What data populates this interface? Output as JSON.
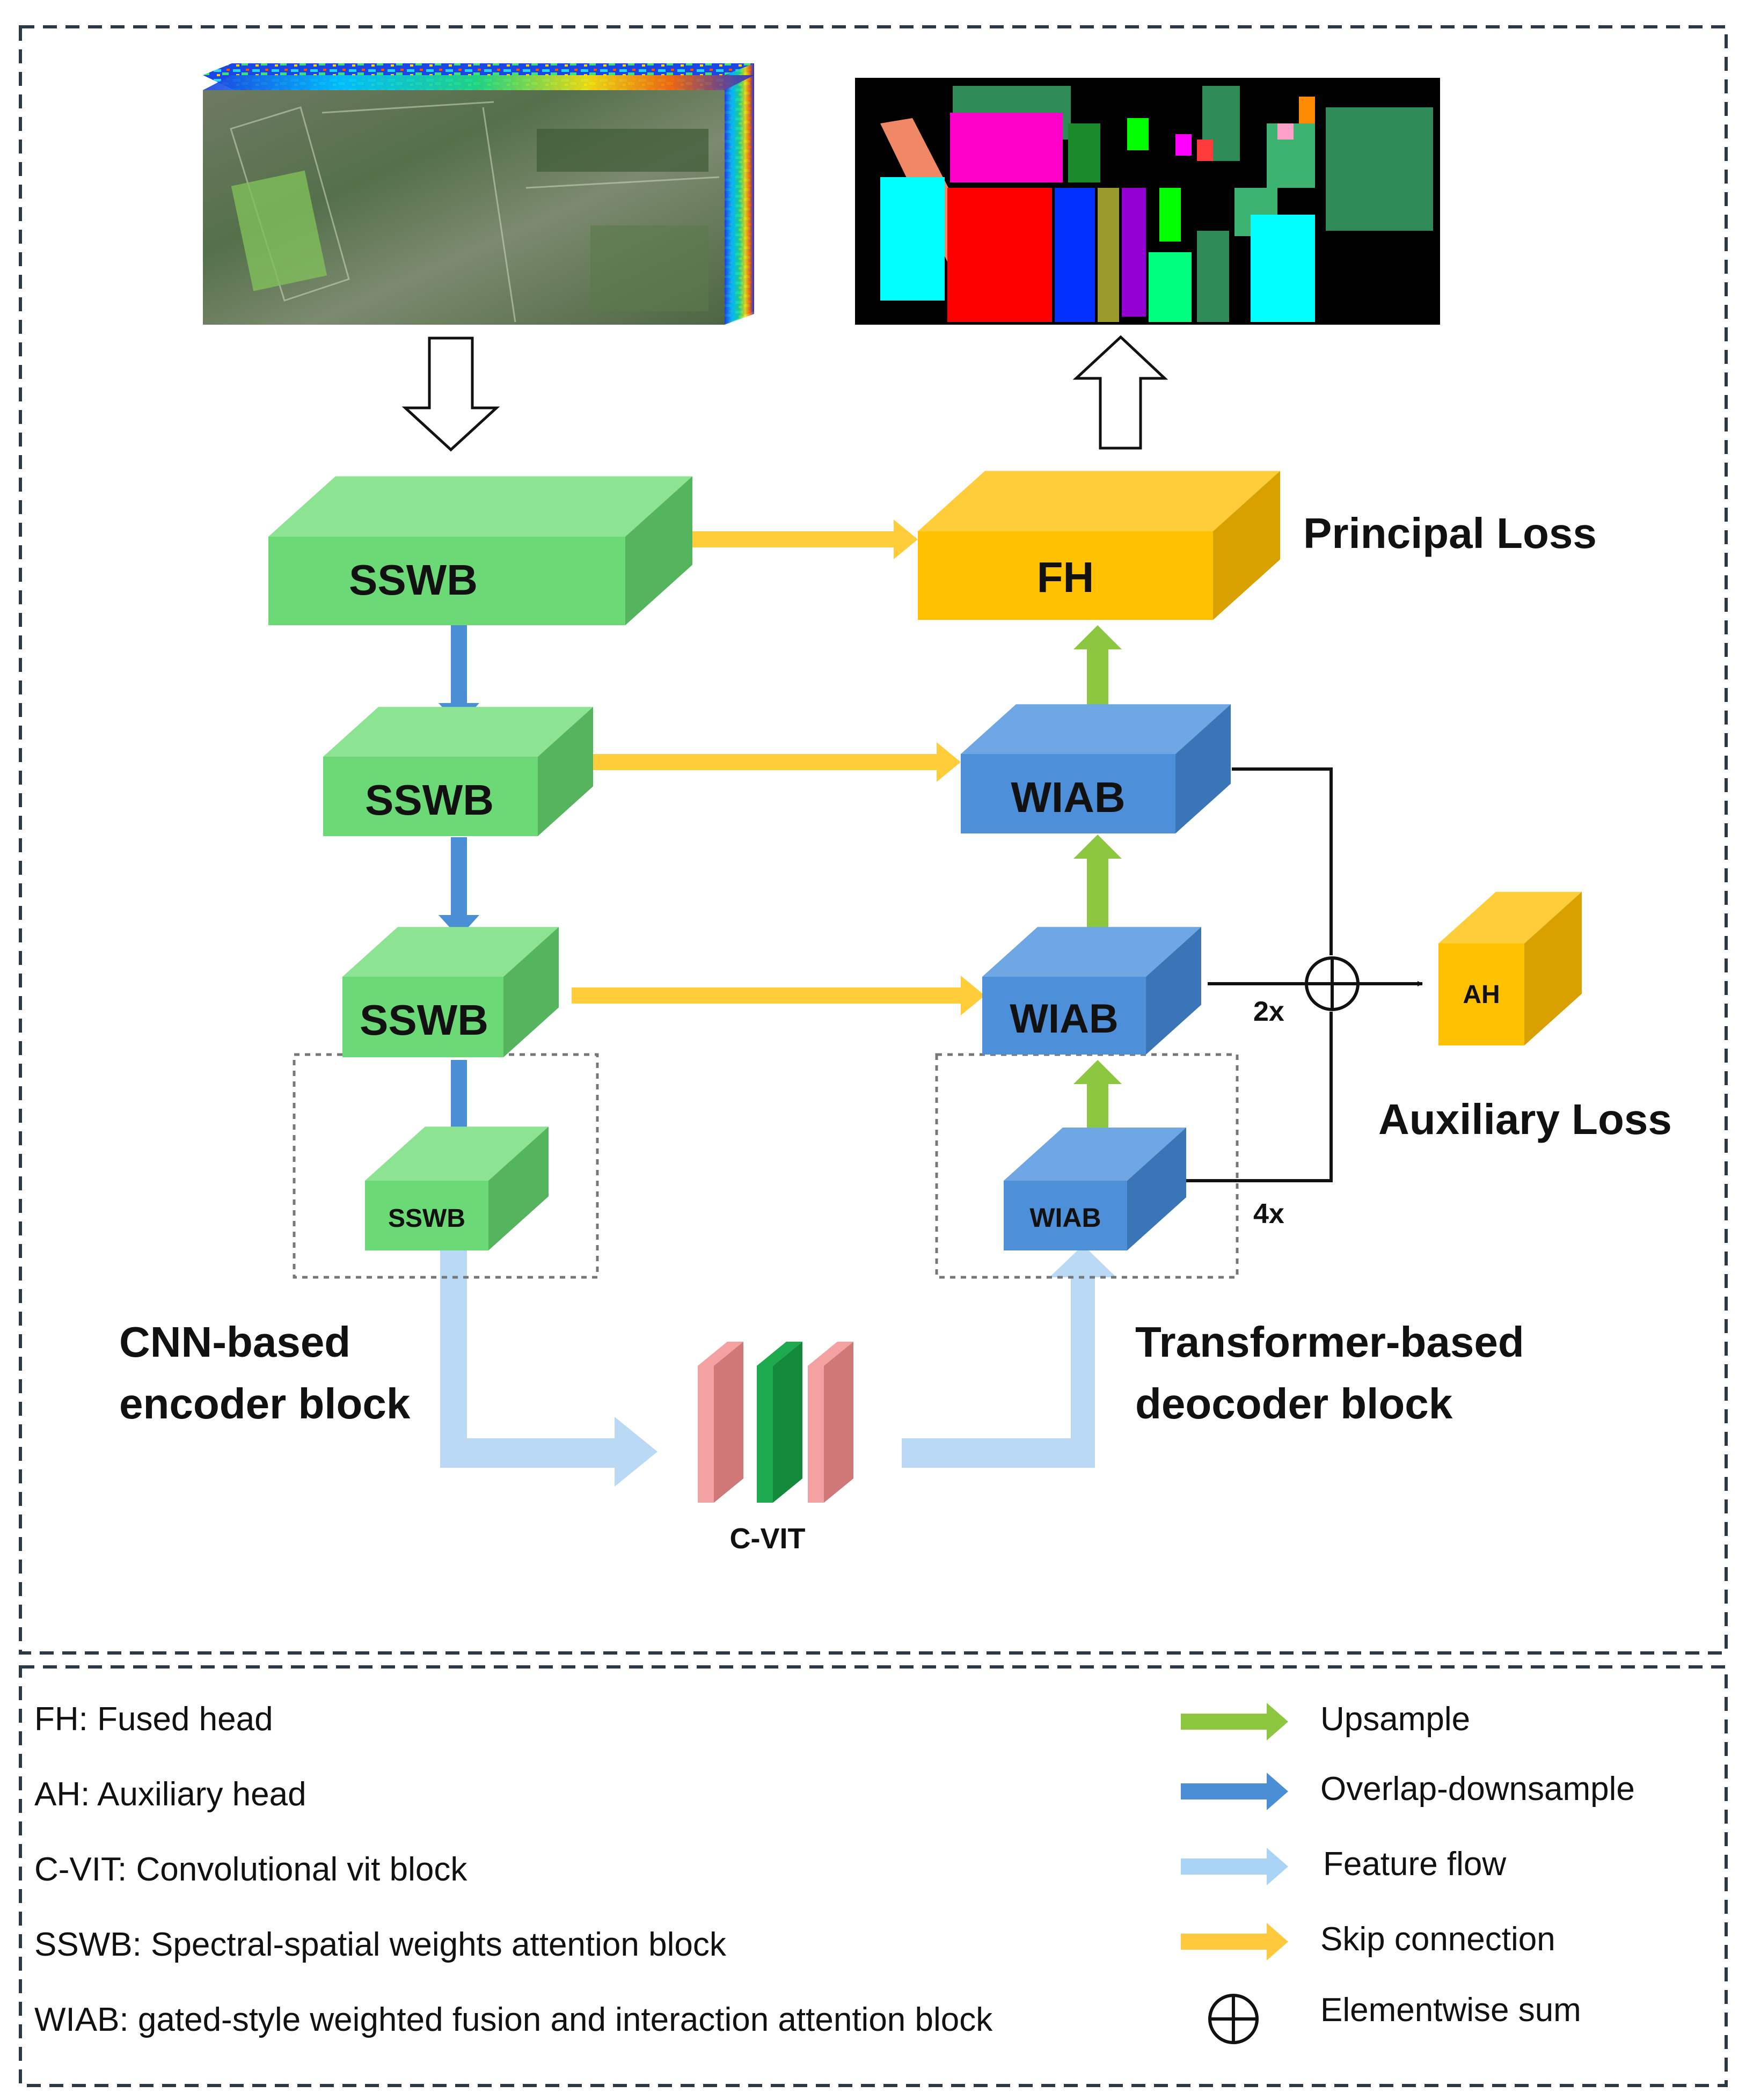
{
  "images": {
    "input": "hyperspectral-input-cube",
    "output": "classification-map"
  },
  "blocks": {
    "sswb_1": "SSWB",
    "sswb_2": "SSWB",
    "sswb_3": "SSWB",
    "sswb_4": "SSWB",
    "fh": "FH",
    "wiab_1": "WIAB",
    "wiab_2": "WIAB",
    "wiab_3": "WIAB",
    "ah": "AH",
    "cvit": "C-VIT"
  },
  "labels": {
    "principal_loss": "Principal Loss",
    "auxiliary_loss": "Auxiliary Loss",
    "scale_2x": "2x",
    "scale_4x": "4x",
    "encoder_line1": "CNN-based",
    "encoder_line2": "encoder block",
    "decoder_line1": "Transformer-based",
    "decoder_line2": "deocoder block"
  },
  "legend": {
    "definitions": [
      "FH: Fused head",
      "AH: Auxiliary head",
      "C-VIT: Convolutional vit block",
      "SSWB: Spectral-spatial weights attention block",
      "WIAB: gated-style weighted fusion and interaction attention block"
    ],
    "arrows": [
      {
        "label": "Upsample",
        "color": "#8dc63f"
      },
      {
        "label": "Overlap-downsample",
        "color": "#4a8fd6"
      },
      {
        "label": "Feature flow",
        "color": "#a9d4f5"
      },
      {
        "label": "Skip connection",
        "color": "#ffc83d"
      },
      {
        "label": "Elementwise sum",
        "color": "#111111"
      }
    ]
  },
  "colors": {
    "green_front": "#6cd977",
    "green_top": "#8ce492",
    "green_side": "#55b55f",
    "blue_front": "#4d8fd9",
    "blue_top": "#6ea7e4",
    "blue_side": "#3a75b8",
    "gold_front": "#ffc000",
    "gold_top": "#ffcd3a",
    "gold_side": "#d9a100",
    "pink": "#f4a1a1",
    "pink_side": "#d07878",
    "cvit_green": "#1daa4f",
    "cvit_green_side": "#138a3b"
  }
}
